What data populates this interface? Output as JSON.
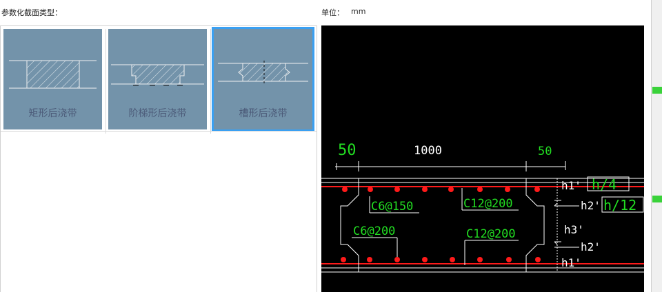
{
  "header": {
    "section_type_label": "参数化截面类型：",
    "unit_label": "单位：",
    "unit_value": "mm"
  },
  "section_types": [
    {
      "label": "矩形后浇带",
      "selected": false
    },
    {
      "label": "阶梯形后浇带",
      "selected": false
    },
    {
      "label": "槽形后浇带",
      "selected": true
    }
  ],
  "preview": {
    "dims_top": [
      "50",
      "1000",
      "50"
    ],
    "right_labels": [
      "h1'",
      "h2'",
      "h3'",
      "h2'",
      "h1'"
    ],
    "right_values": [
      "h/4",
      "h/12"
    ],
    "rebar_labels": [
      "C6@150",
      "C12@200",
      "C6@200",
      "C12@200"
    ]
  },
  "colors": {
    "card_bg": "#7393aa",
    "selection": "#3aa0f2",
    "rebar": "#ff1a1a",
    "dimension_green": "#22dd22",
    "drawing_lines": "#ffffff"
  }
}
